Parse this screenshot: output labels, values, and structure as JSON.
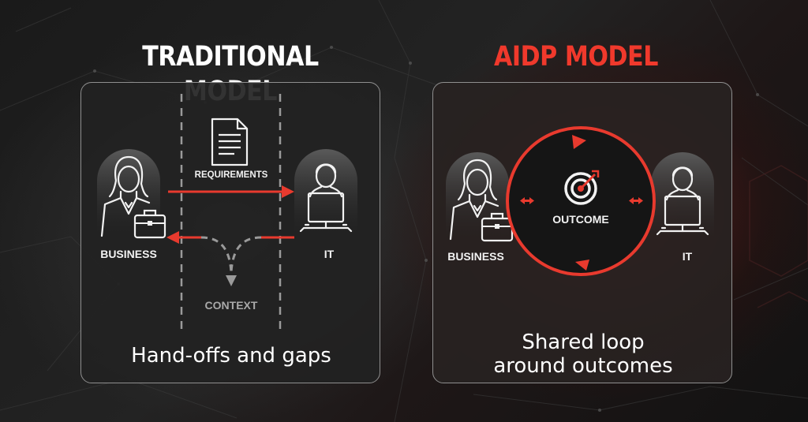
{
  "traditional": {
    "heading": "TRADITIONAL MODEL",
    "business_label": "BUSINESS",
    "it_label": "IT",
    "requirements_label": "REQUIREMENTS",
    "context_label": "CONTEXT",
    "caption": "Hand-offs and gaps",
    "icons": [
      "businesswoman-icon",
      "briefcase-icon",
      "document-icon",
      "it-worker-icon",
      "arrow-right",
      "arrow-left",
      "dashed-arrow-down"
    ]
  },
  "aidp": {
    "heading": "AIDP MODEL",
    "business_label": "BUSINESS",
    "it_label": "IT",
    "outcome_label": "OUTCOME",
    "caption_line1": "Shared loop",
    "caption_line2": "around outcomes",
    "icons": [
      "businesswoman-icon",
      "briefcase-icon",
      "target-icon",
      "it-worker-icon",
      "loop-circle",
      "double-arrow"
    ]
  },
  "colors": {
    "accent_red": "#f0392c",
    "text_white": "#ffffff",
    "muted_gray": "#a9a9a9",
    "panel_border": "#8f8f8f"
  }
}
